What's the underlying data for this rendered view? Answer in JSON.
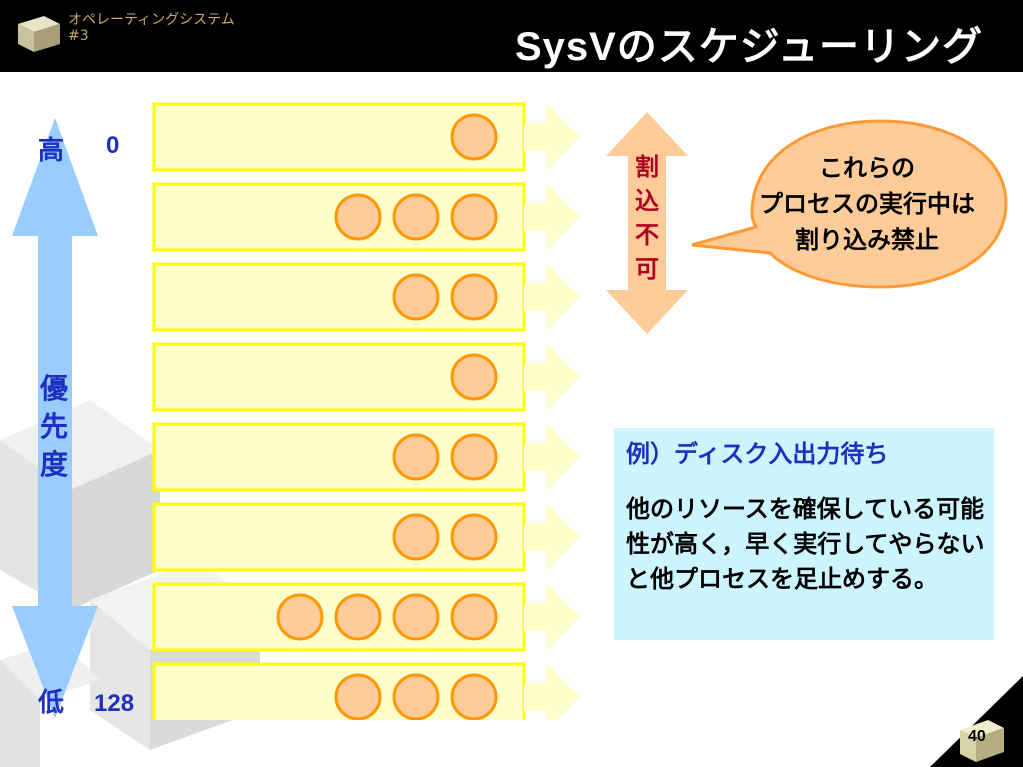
{
  "header": {
    "course": "オペレーティングシステム",
    "lecture": "#3",
    "title": "SysVのスケジューリング"
  },
  "priority": {
    "high_label": "高",
    "low_label": "低",
    "high_value": "0",
    "low_value": "128",
    "axis_label": [
      "優",
      "先",
      "度"
    ]
  },
  "queues": [
    {
      "processes": 1
    },
    {
      "processes": 3
    },
    {
      "processes": 2
    },
    {
      "processes": 1
    },
    {
      "processes": 2
    },
    {
      "processes": 2
    },
    {
      "processes": 4
    },
    {
      "processes": 3
    }
  ],
  "interrupt": {
    "chars": [
      "割",
      "込",
      "不",
      "可"
    ]
  },
  "callout": {
    "lines": [
      "これらの",
      "プロセスの実行中は",
      "割り込み禁止"
    ]
  },
  "example": {
    "title": "例）ディスク入出力待ち",
    "body": "他のリソースを確保している可能性が高く，早く実行してやらないと他プロセスを足止めする。"
  },
  "page": {
    "number": "40"
  },
  "colors": {
    "header_bg": "#000000",
    "queue_fill": "#ffffcc",
    "queue_stroke": "#ffff00",
    "process_fill": "#ffcc99",
    "process_stroke": "#ff9900",
    "priority_arrow": "#99ccff",
    "interrupt_arrow": "#ffcc99",
    "interrupt_text": "#b00020",
    "example_bg": "#ccf5ff",
    "label_blue": "#1f2fbf"
  }
}
